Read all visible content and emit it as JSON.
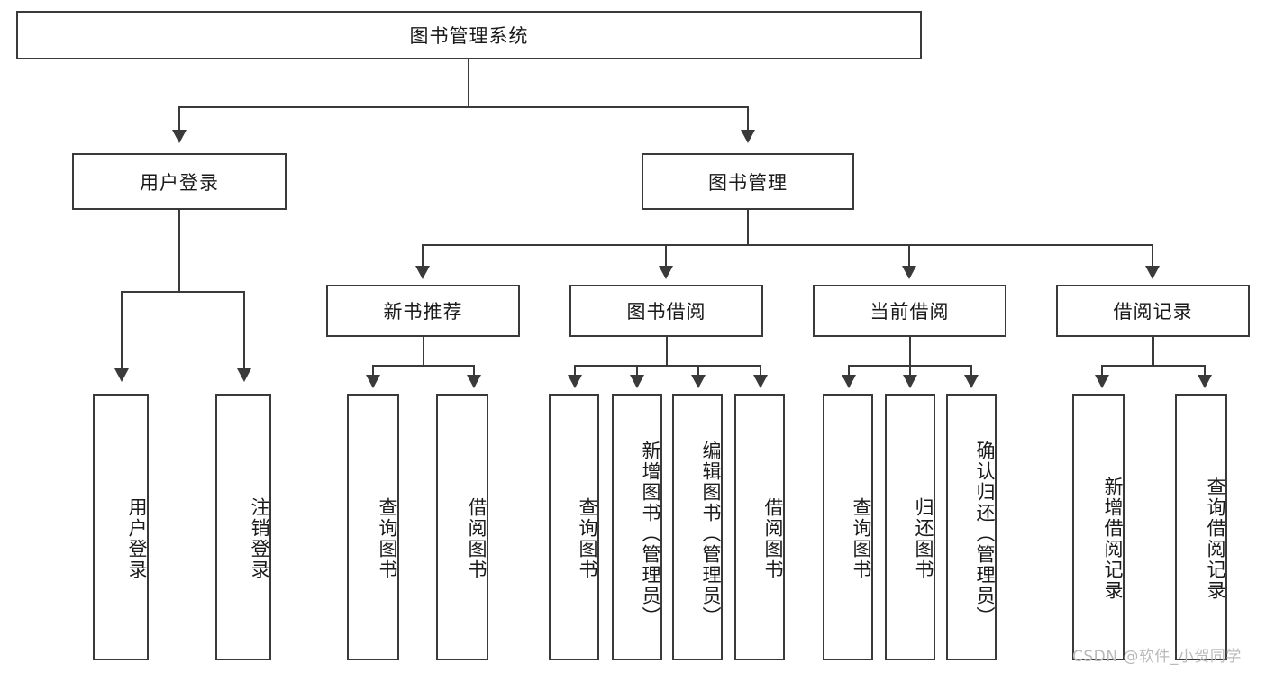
{
  "diagram": {
    "title_node": {
      "label": "图书管理系统"
    },
    "level1": [
      {
        "label": "用户登录"
      },
      {
        "label": "图书管理"
      }
    ],
    "level2": [
      {
        "label": "新书推荐"
      },
      {
        "label": "图书借阅"
      },
      {
        "label": "当前借阅"
      },
      {
        "label": "借阅记录"
      }
    ],
    "leaves": [
      {
        "label": "用户登录"
      },
      {
        "label": "注销登录"
      },
      {
        "label": "查询图书"
      },
      {
        "label": "借阅图书"
      },
      {
        "label": "查询图书"
      },
      {
        "label": "新增图书（管理员）"
      },
      {
        "label": "编辑图书（管理员）"
      },
      {
        "label": "借阅图书"
      },
      {
        "label": "查询图书"
      },
      {
        "label": "归还图书"
      },
      {
        "label": "确认归还（管理员）"
      },
      {
        "label": "新增借阅记录"
      },
      {
        "label": "查询借阅记录"
      }
    ]
  },
  "watermark": {
    "text": "CSDN @软件_小贺同学"
  },
  "colors": {
    "stroke": "#3a3a3a",
    "text": "#1a1a1a",
    "background": "#ffffff",
    "watermark": "#b9b9b9"
  }
}
